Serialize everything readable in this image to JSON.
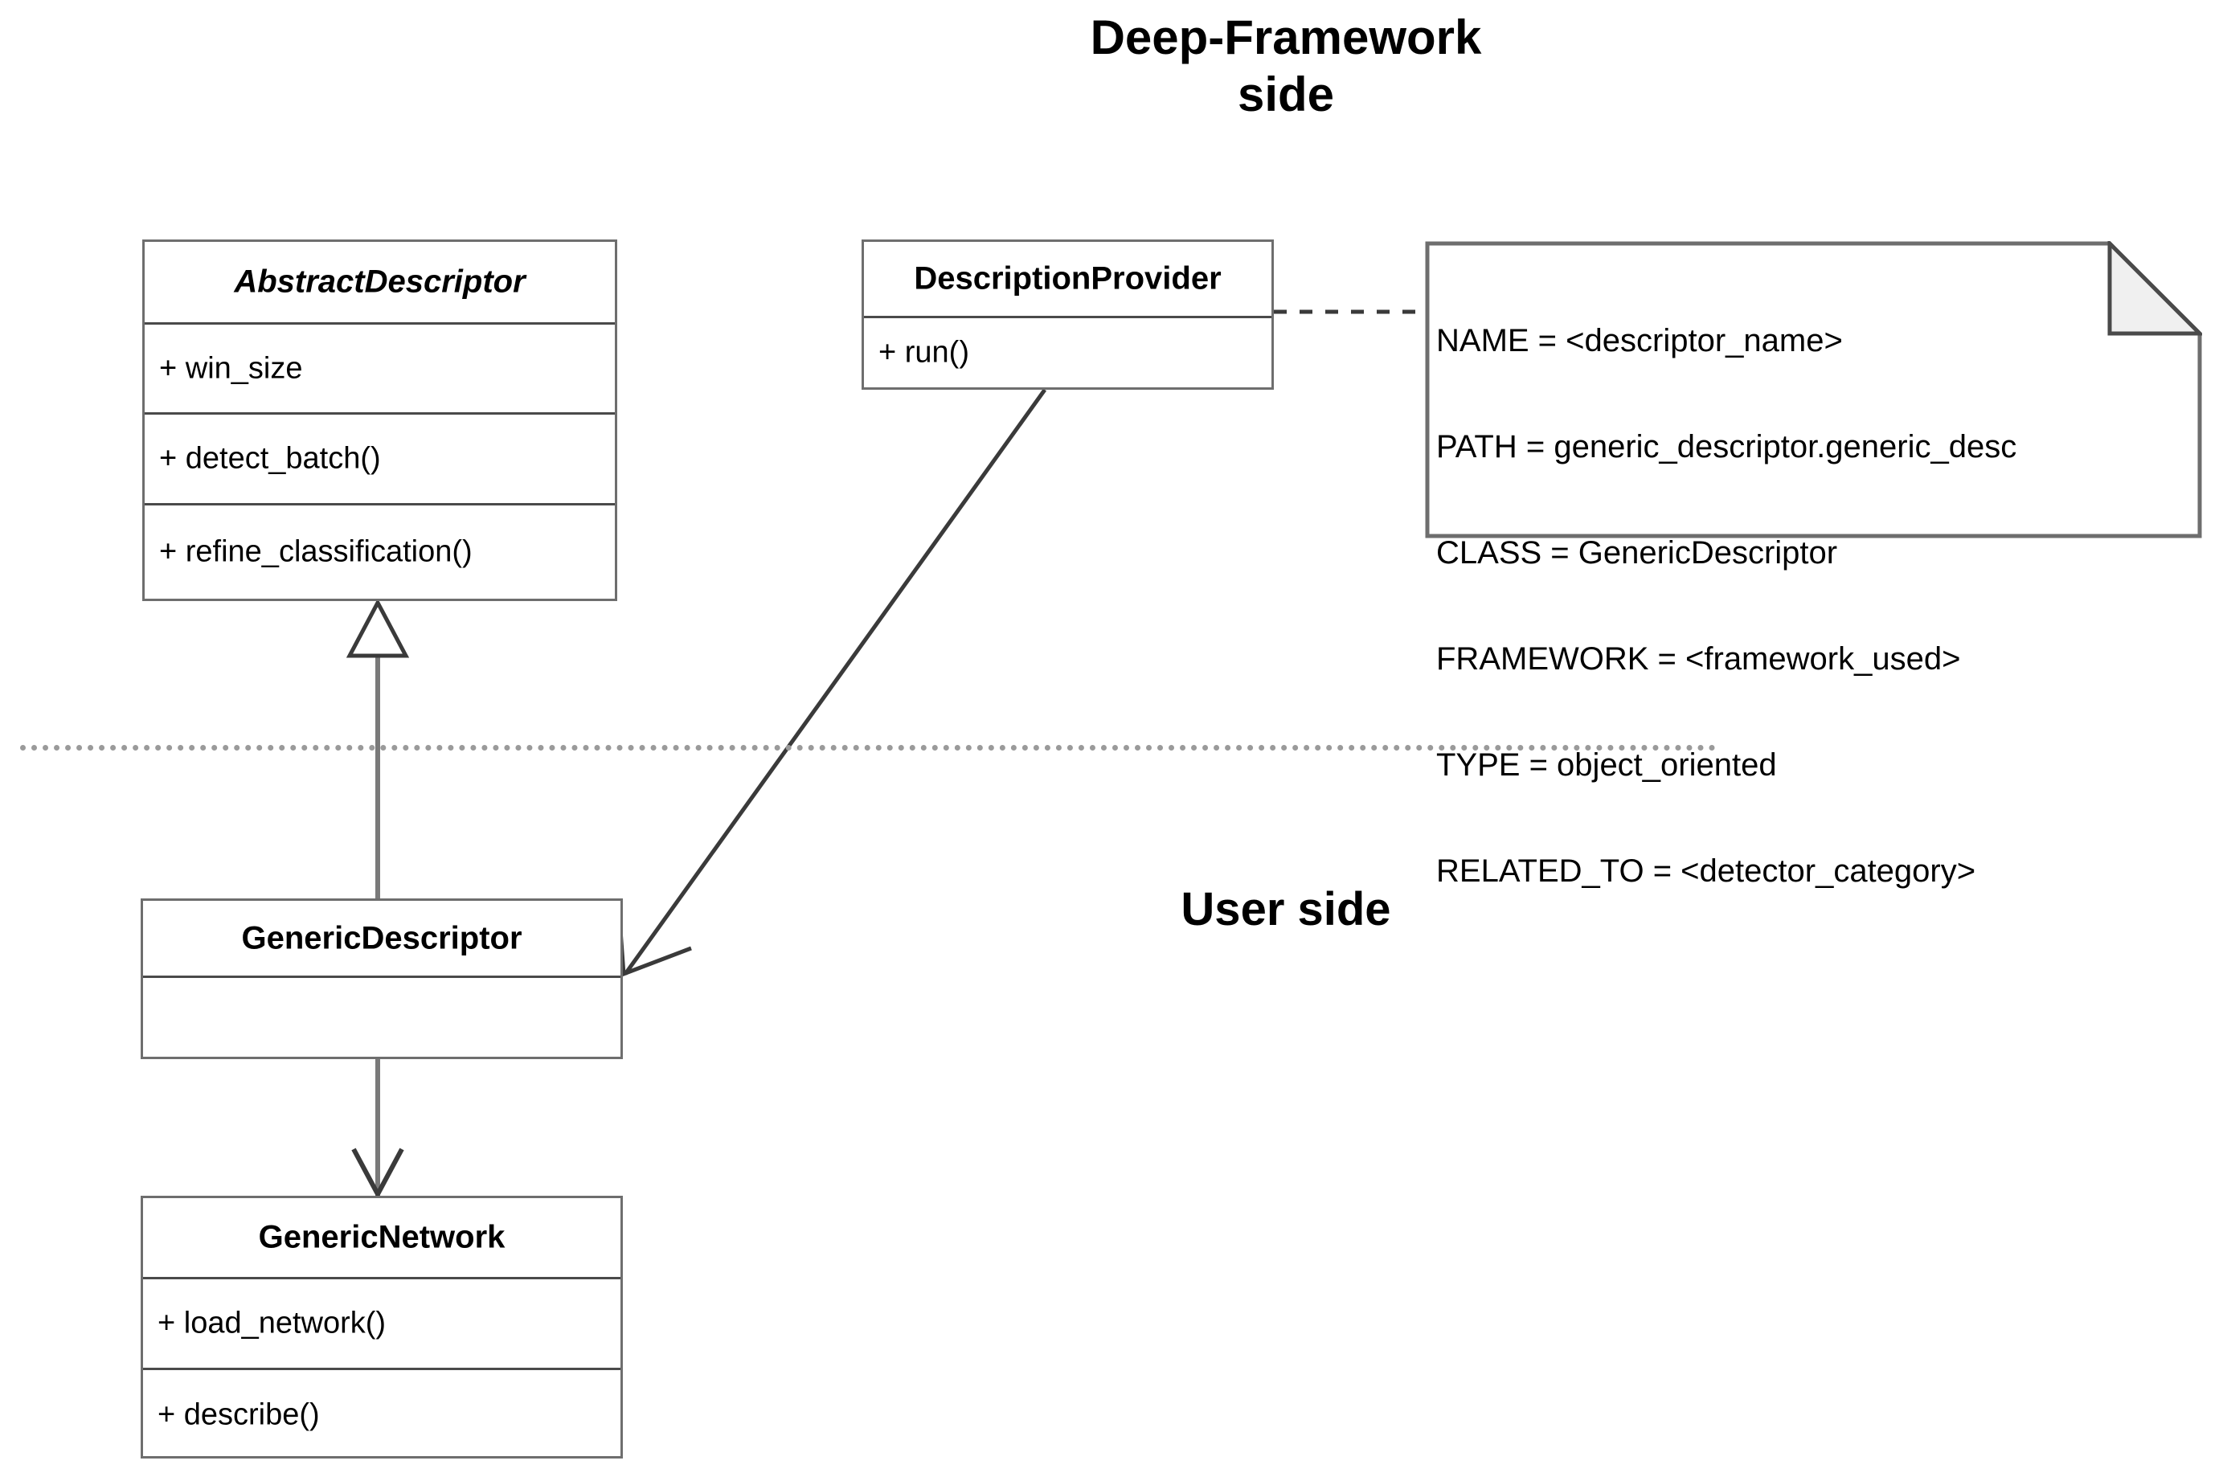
{
  "diagram": {
    "type": "uml-class-diagram",
    "framework_side_title": "Deep-Framework\nside",
    "user_side_title": "User side"
  },
  "classes": {
    "abstract_descriptor": {
      "name": "AbstractDescriptor",
      "stereotype": "abstract",
      "attributes": [
        "+ win_size"
      ],
      "operations": [
        "+ detect_batch()",
        "+ refine_classification()"
      ]
    },
    "description_provider": {
      "name": "DescriptionProvider",
      "stereotype": "class",
      "operations": [
        "+ run()"
      ]
    },
    "generic_descriptor": {
      "name": "GenericDescriptor",
      "stereotype": "class",
      "members": [
        ""
      ]
    },
    "generic_network": {
      "name": "GenericNetwork",
      "stereotype": "class",
      "operations": [
        "+ load_network()",
        "+ describe()"
      ]
    }
  },
  "note": {
    "lines": [
      "NAME = <descriptor_name>",
      "PATH = generic_descriptor.generic_desc",
      "CLASS = GenericDescriptor",
      "FRAMEWORK = <framework_used>",
      "TYPE = object_oriented",
      "RELATED_TO = <detector_category>"
    ]
  },
  "relationships": [
    {
      "name": "generalization",
      "from": "GenericDescriptor",
      "to": "AbstractDescriptor",
      "arrow": "hollow-triangle"
    },
    {
      "name": "dependency",
      "from": "DescriptionProvider",
      "to": "GenericDescriptor",
      "arrow": "open-arrow"
    },
    {
      "name": "association",
      "from": "GenericDescriptor",
      "to": "GenericNetwork",
      "arrow": "open-arrow"
    },
    {
      "name": "note-anchor",
      "from": "DescriptionProvider",
      "to": "note",
      "arrow": "dashed-line"
    }
  ],
  "colors": {
    "border": "#6e6e6e",
    "divider": "#9a9a9a",
    "line": "#333333",
    "note_fold_fill": "#f0f0f0",
    "background": "#ffffff"
  }
}
